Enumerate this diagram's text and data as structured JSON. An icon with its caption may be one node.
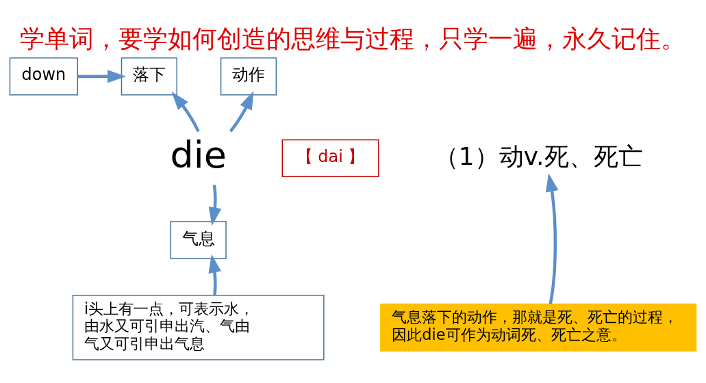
{
  "diagram": {
    "title": "学单词，要学如何创造的思维与过程，只学一遍，永久记住。",
    "nodes": [
      {
        "text": [
          "down"
        ]
      },
      {
        "text": [
          "落下"
        ]
      },
      {
        "text": [
          "动作"
        ]
      },
      {
        "text": [
          "die"
        ]
      },
      {
        "text": [
          "【 dai 】"
        ]
      },
      {
        "text": [
          "气息"
        ]
      },
      {
        "text": [
          "i头上有一点，可表示水，由水又可引申出汽、气由气又可引申出气息"
        ]
      },
      {
        "text": [
          "（1）动v.死、死亡"
        ]
      },
      {
        "text": [
          "气息落下的动作，那就是死、死亡的过程，因此die可作为动词死、死亡之意。"
        ]
      }
    ],
    "edges": [
      {
        "from": 0,
        "to": 1,
        "arrow": "to"
      },
      {
        "from": 3,
        "to": 1,
        "arrow": "to"
      },
      {
        "from": 3,
        "to": 2,
        "arrow": "to"
      },
      {
        "from": 3,
        "to": 5,
        "arrow": "to"
      },
      {
        "from": 6,
        "to": 5,
        "arrow": "to"
      },
      {
        "from": 8,
        "to": 7,
        "arrow": "to"
      }
    ]
  }
}
